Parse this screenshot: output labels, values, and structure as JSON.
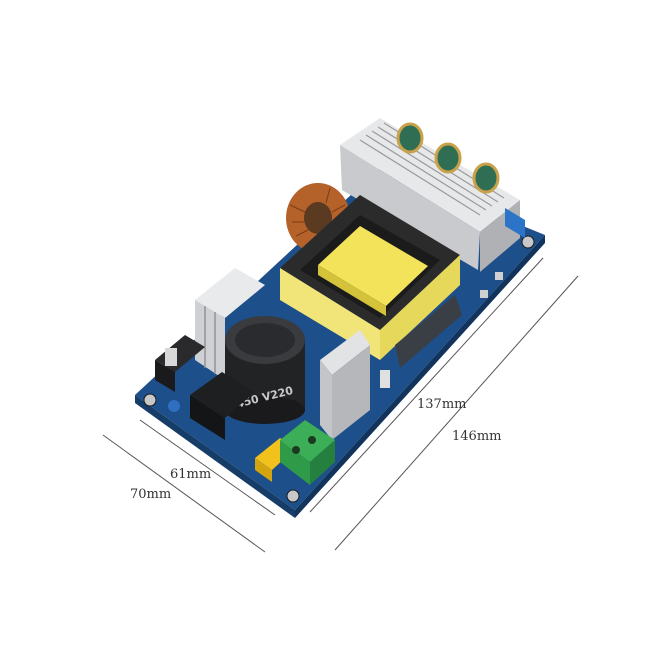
{
  "dimensions": {
    "inner_length": "137mm",
    "outer_length": "146mm",
    "inner_width": "61mm",
    "outer_width": "70mm"
  },
  "capacitor_marking": "450 V220",
  "colors": {
    "pcb": "#1d4f8a",
    "heatsink": "#d9dadc",
    "transformer_core": "#2b2b2b",
    "bobbin_tape": "#f2e35a",
    "terminal_block": "#2f9a48",
    "fuse": "#f2c21c",
    "inductor_wire": "#b5622a",
    "dimension_lines": "#555555"
  }
}
